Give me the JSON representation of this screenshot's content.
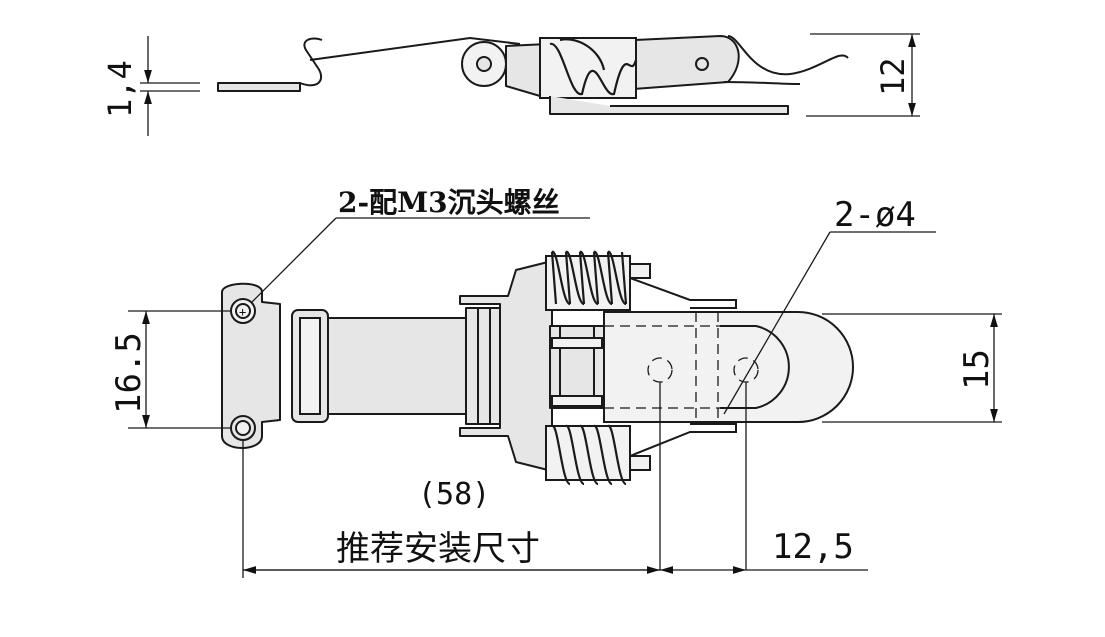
{
  "labels": {
    "dim_thickness": "1,4",
    "dim_height": "12",
    "screw_note": "2-配M3沉头螺丝",
    "hole_note": "2-ø4",
    "dim_width_base": "16.5",
    "dim_width_catch": "15",
    "install_length": "(58)",
    "install_text": "推荐安装尺寸",
    "dim_catch_offset": "12,5"
  }
}
